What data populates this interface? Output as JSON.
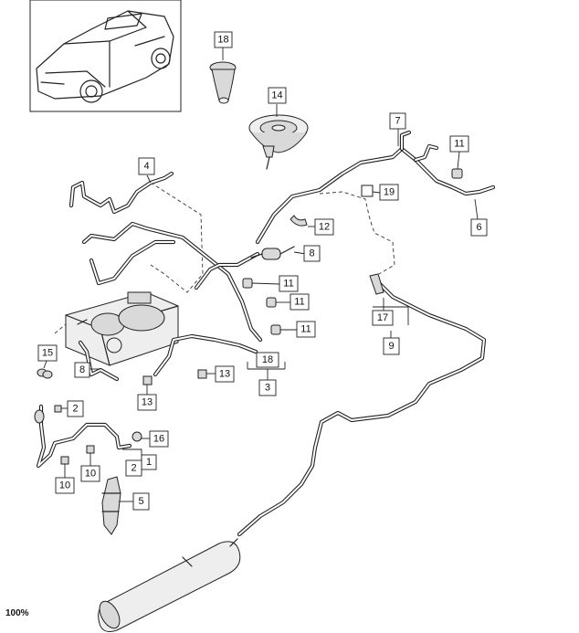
{
  "zoom": {
    "label": "100%"
  },
  "callouts": [
    {
      "id": "c18a",
      "text": "18"
    },
    {
      "id": "c14",
      "text": "14"
    },
    {
      "id": "c7",
      "text": "7"
    },
    {
      "id": "c11a",
      "text": "11"
    },
    {
      "id": "c4",
      "text": "4"
    },
    {
      "id": "c19",
      "text": "19"
    },
    {
      "id": "c6",
      "text": "6"
    },
    {
      "id": "c12",
      "text": "12"
    },
    {
      "id": "c8a",
      "text": "8"
    },
    {
      "id": "c11b",
      "text": "11"
    },
    {
      "id": "c11c",
      "text": "11"
    },
    {
      "id": "c11d",
      "text": "11"
    },
    {
      "id": "c17",
      "text": "17"
    },
    {
      "id": "c9",
      "text": "9"
    },
    {
      "id": "c15",
      "text": "15"
    },
    {
      "id": "c8b",
      "text": "8"
    },
    {
      "id": "c18b",
      "text": "18"
    },
    {
      "id": "c13a",
      "text": "13"
    },
    {
      "id": "c13b",
      "text": "13"
    },
    {
      "id": "c3",
      "text": "3"
    },
    {
      "id": "c2a",
      "text": "2"
    },
    {
      "id": "c16",
      "text": "16"
    },
    {
      "id": "c1",
      "text": "1"
    },
    {
      "id": "c2b",
      "text": "2"
    },
    {
      "id": "c10a",
      "text": "10"
    },
    {
      "id": "c10b",
      "text": "10"
    },
    {
      "id": "c5",
      "text": "5"
    }
  ]
}
